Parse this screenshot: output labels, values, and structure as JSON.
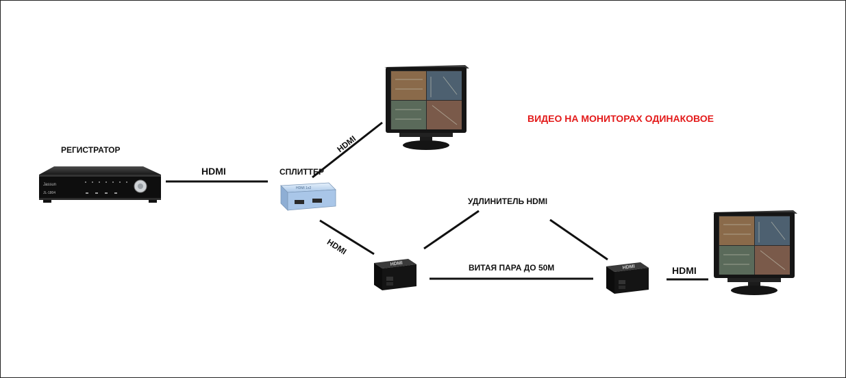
{
  "diagram": {
    "title_note": "ВИДЕО НА МОНИТОРАХ ОДИНАКОВОЕ",
    "colors": {
      "note": "#e31a1a",
      "line": "#111111",
      "splitter_body": "#a9c6e8",
      "device_black": "#141414"
    },
    "nodes": {
      "recorder": {
        "label": "РЕГИСТРАТОР",
        "icon": "dvr-recorder-icon",
        "brand_text": "Jassun",
        "model_text": "JL-1804"
      },
      "splitter": {
        "label": "СПЛИТТЕР",
        "icon": "hdmi-splitter-icon",
        "body_text": "HDMI 1x2"
      },
      "monitor_top": {
        "icon": "cctv-monitor-icon"
      },
      "monitor_right": {
        "icon": "cctv-monitor-icon"
      },
      "extender_tx": {
        "icon": "hdmi-extender-icon",
        "logo_text": "HDMI"
      },
      "extender_rx": {
        "icon": "hdmi-extender-icon",
        "logo_text": "HDMI"
      },
      "extender_group": {
        "label": "УДЛИНИТЕЛЬ HDMI"
      }
    },
    "links": {
      "recorder_splitter": {
        "label": "HDMI"
      },
      "splitter_monitor_top": {
        "label": "HDMI"
      },
      "splitter_extender": {
        "label": "HDMI"
      },
      "twisted_pair": {
        "label": "ВИТАЯ ПАРА ДО 50М"
      },
      "extender_monitor": {
        "label": "HDMI"
      }
    }
  }
}
